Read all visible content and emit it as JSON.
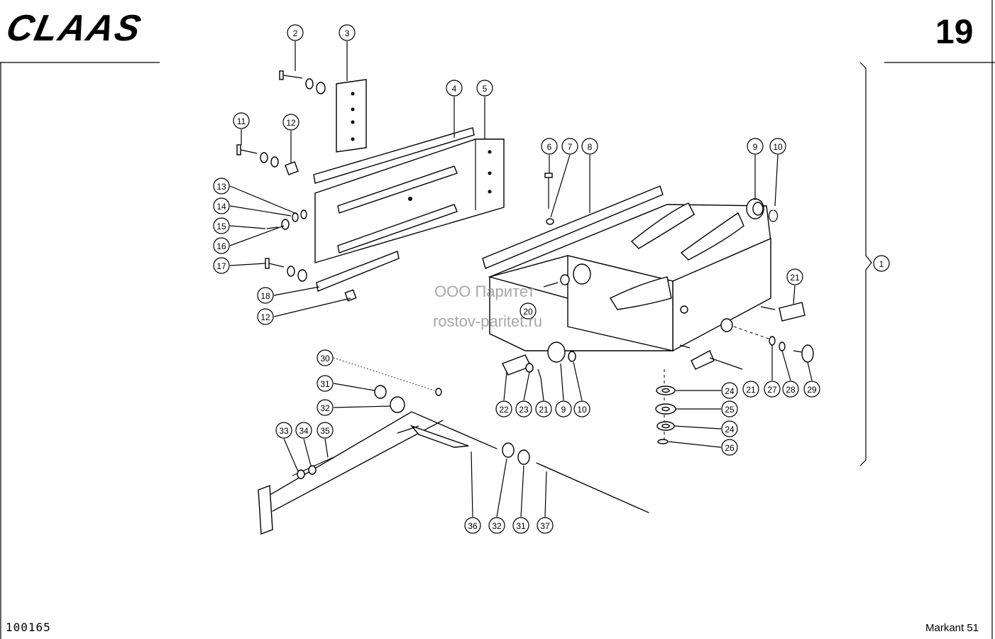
{
  "header": {
    "brand": "CLAAS",
    "page_number": "19"
  },
  "footer": {
    "document_code": "100165",
    "model": "Markant 51"
  },
  "watermark": {
    "line1": "ООО Паритет",
    "line2": "rostov-paritet.ru"
  },
  "callouts": [
    "1",
    "2",
    "3",
    "4",
    "5",
    "6",
    "7",
    "8",
    "9",
    "10",
    "11",
    "12",
    "13",
    "14",
    "15",
    "16",
    "17",
    "18",
    "12",
    "20",
    "21",
    "9",
    "10",
    "21",
    "22",
    "23",
    "24",
    "25",
    "24",
    "26",
    "21",
    "27",
    "28",
    "29",
    "30",
    "31",
    "32",
    "33",
    "34",
    "35",
    "36",
    "32",
    "31",
    "37"
  ]
}
